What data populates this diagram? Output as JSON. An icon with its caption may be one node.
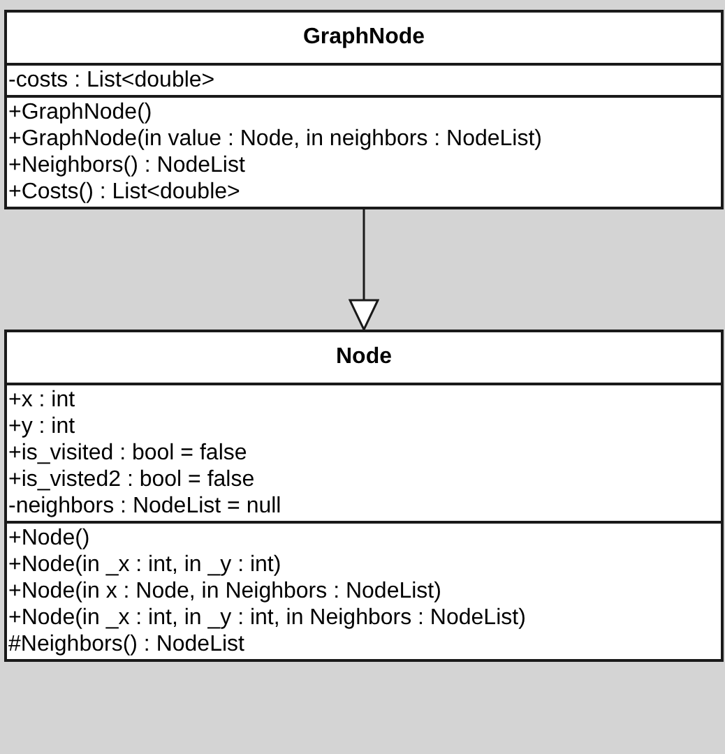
{
  "diagram": {
    "nodes": [
      {
        "text": [
          "GraphNode"
        ]
      },
      {
        "text": [
          "-costs : List<double>"
        ],
        "in": 0
      },
      {
        "text": [
          "+GraphNode()",
          "+GraphNode(in value : Node, in neighbors : NodeList)",
          "+Neighbors() : NodeList",
          "+Costs() : List<double>"
        ],
        "in": 0
      },
      {
        "text": [
          "Node"
        ]
      },
      {
        "text": [
          "+x : int",
          "+y : int",
          "+is_visited : bool = false",
          "+is_visted2 : bool = false",
          "-neighbors : NodeList = null"
        ],
        "in": 3
      },
      {
        "text": [
          "+Node()",
          "+Node(in _x : int, in _y : int)",
          "+Node(in x : Node, in Neighbors : NodeList)",
          "+Node(in _x : int, in _y : int, in Neighbors : NodeList)",
          "#Neighbors() : NodeList"
        ],
        "in": 3
      }
    ],
    "edges": [
      {
        "from": 0,
        "to": 3,
        "arrow": "to"
      }
    ]
  }
}
